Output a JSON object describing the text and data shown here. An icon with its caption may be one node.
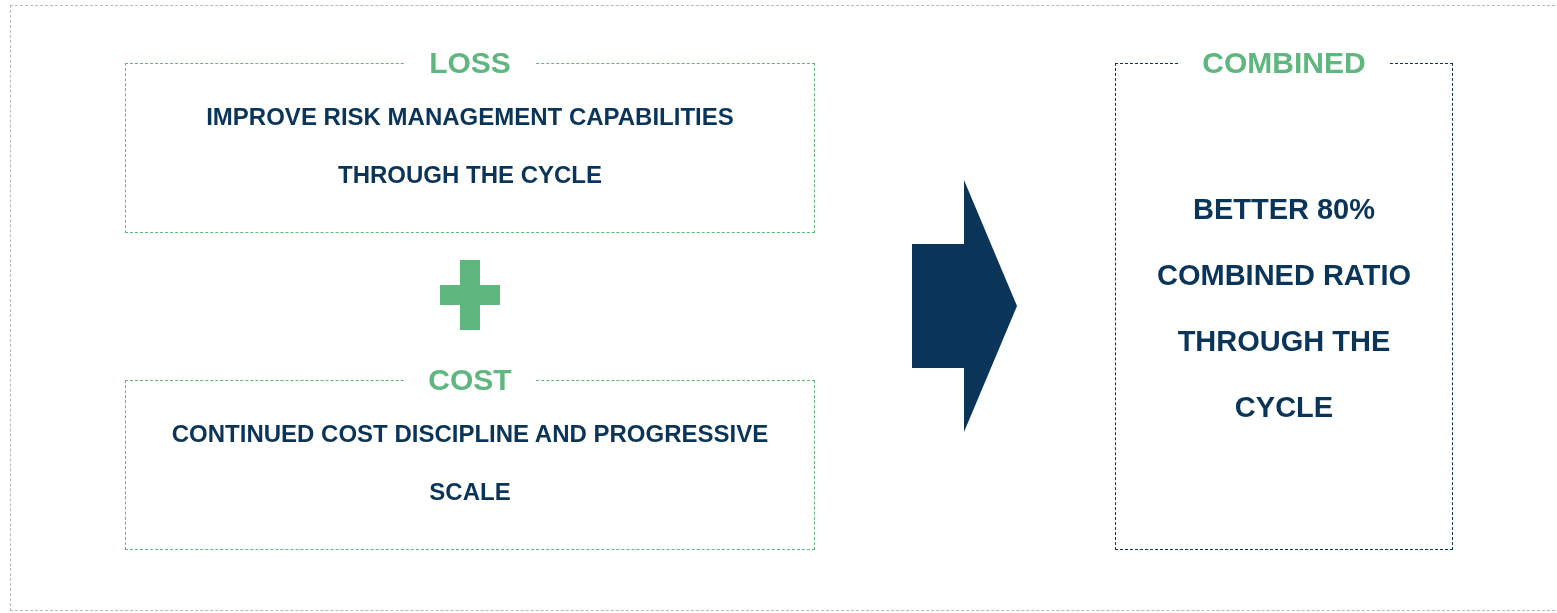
{
  "diagram": {
    "nodes": [
      {
        "text": [
          "LOSS",
          "IMPROVE RISK MANAGEMENT CAPABILITIES THROUGH THE CYCLE"
        ]
      },
      {
        "text": [
          "COST",
          "CONTINUED COST DISCIPLINE AND PROGRESSIVE SCALE"
        ]
      },
      {
        "text": [
          "COMBINED",
          "BETTER 80% COMBINED RATIO THROUGH THE CYCLE"
        ]
      }
    ],
    "edges": [
      {
        "from": 0,
        "to": 2,
        "arrow": "to"
      },
      {
        "from": 1,
        "to": 2,
        "arrow": "to"
      }
    ]
  }
}
